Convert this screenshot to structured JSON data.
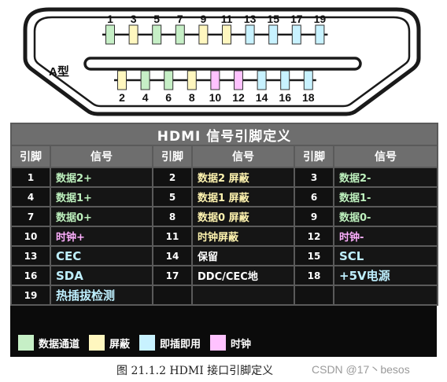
{
  "connector": {
    "type_label": "A型",
    "top_pins": [
      {
        "number": "1",
        "color": "#c6efc6"
      },
      {
        "number": "3",
        "color": "#fff7bf"
      },
      {
        "number": "5",
        "color": "#c6efc6"
      },
      {
        "number": "7",
        "color": "#c6efc6"
      },
      {
        "number": "9",
        "color": "#fff7bf"
      },
      {
        "number": "11",
        "color": "#fff7bf"
      },
      {
        "number": "13",
        "color": "#c8f2ff"
      },
      {
        "number": "15",
        "color": "#c8f2ff"
      },
      {
        "number": "17",
        "color": "#c8f2ff"
      },
      {
        "number": "19",
        "color": "#c8f2ff"
      }
    ],
    "bottom_pins": [
      {
        "number": "2",
        "color": "#fff7bf"
      },
      {
        "number": "4",
        "color": "#c6efc6"
      },
      {
        "number": "6",
        "color": "#c6efc6"
      },
      {
        "number": "8",
        "color": "#fff7bf"
      },
      {
        "number": "10",
        "color": "#ffc2ff"
      },
      {
        "number": "12",
        "color": "#ffc2ff"
      },
      {
        "number": "14",
        "color": "#c8f2ff"
      },
      {
        "number": "16",
        "color": "#c8f2ff"
      },
      {
        "number": "18",
        "color": "#c8f2ff"
      }
    ]
  },
  "table": {
    "title": "HDMI 信号引脚定义",
    "headers": [
      "引脚",
      "信号",
      "引脚",
      "信号",
      "引脚",
      "信号"
    ],
    "rows": [
      [
        {
          "pin": "1",
          "signal": "数据2+",
          "kind": "data"
        },
        {
          "pin": "2",
          "signal": "数据2 屏蔽",
          "kind": "shield"
        },
        {
          "pin": "3",
          "signal": "数据2-",
          "kind": "data"
        }
      ],
      [
        {
          "pin": "4",
          "signal": "数据1+",
          "kind": "data"
        },
        {
          "pin": "5",
          "signal": "数据1 屏蔽",
          "kind": "shield"
        },
        {
          "pin": "6",
          "signal": "数据1-",
          "kind": "data"
        }
      ],
      [
        {
          "pin": "7",
          "signal": "数据0+",
          "kind": "data"
        },
        {
          "pin": "8",
          "signal": "数据0 屏蔽",
          "kind": "shield"
        },
        {
          "pin": "9",
          "signal": "数据0-",
          "kind": "data"
        }
      ],
      [
        {
          "pin": "10",
          "signal": "时钟+",
          "kind": "clock"
        },
        {
          "pin": "11",
          "signal": "时钟屏蔽",
          "kind": "shield"
        },
        {
          "pin": "12",
          "signal": "时钟-",
          "kind": "clock"
        }
      ],
      [
        {
          "pin": "13",
          "signal": "CEC",
          "kind": "aux"
        },
        {
          "pin": "14",
          "signal": "保留",
          "kind": "plain"
        },
        {
          "pin": "15",
          "signal": "SCL",
          "kind": "aux"
        }
      ],
      [
        {
          "pin": "16",
          "signal": "SDA",
          "kind": "aux"
        },
        {
          "pin": "17",
          "signal": "DDC/CEC地",
          "kind": "plain"
        },
        {
          "pin": "18",
          "signal": "+5V电源",
          "kind": "aux"
        }
      ],
      [
        {
          "pin": "19",
          "signal": "热插拔检测",
          "kind": "aux"
        },
        {
          "pin": "",
          "signal": "",
          "kind": "plain"
        },
        {
          "pin": "",
          "signal": "",
          "kind": "plain"
        }
      ]
    ]
  },
  "legend": [
    {
      "label": "数据通道",
      "color": "#c6efc6"
    },
    {
      "label": "屏蔽",
      "color": "#fff7bf"
    },
    {
      "label": "即插即用",
      "color": "#c8f2ff"
    },
    {
      "label": "时钟",
      "color": "#ffc2ff"
    }
  ],
  "caption": "图 21.1.2 HDMI 接口引脚定义",
  "watermark": "CSDN @17丶besos"
}
